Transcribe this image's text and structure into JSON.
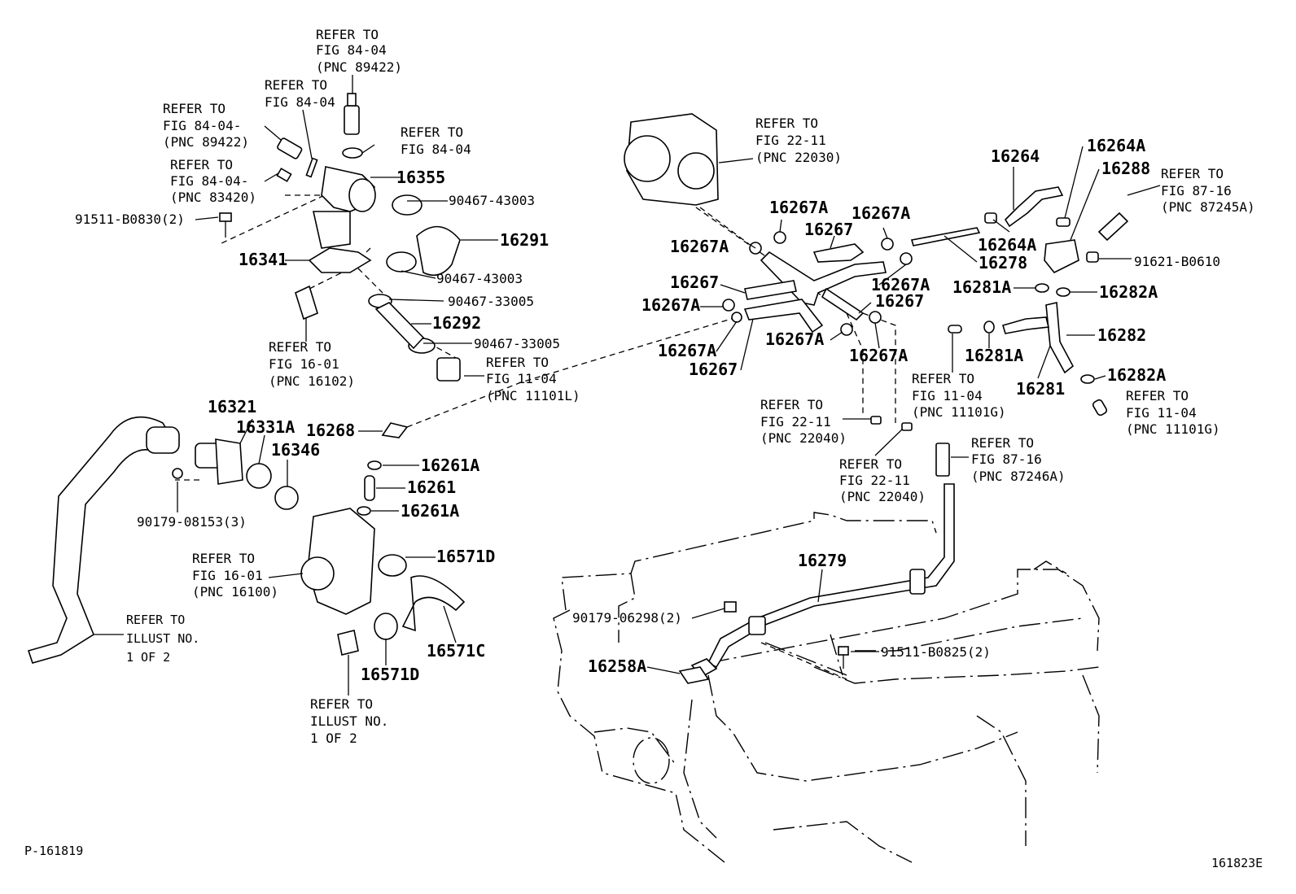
{
  "diagram": {
    "labels": {
      "ref_8404_a": [
        "REFER TO",
        "FIG 84-04",
        "(PNC 89422)"
      ],
      "ref_8404_b": [
        "REFER TO",
        "FIG 84-04"
      ],
      "ref_8404_c": [
        "REFER TO",
        "FIG 84-04-",
        "(PNC 89422)"
      ],
      "ref_8404_d": [
        "REFER TO",
        "FIG 84-04"
      ],
      "ref_8404_e": [
        "REFER TO",
        "FIG 84-04-",
        "(PNC 83420)"
      ],
      "p16355": "16355",
      "p90467_43003_a": "90467-43003",
      "p16291": "16291",
      "p91511_b0830": "91511-B0830(2)",
      "p16341": "16341",
      "p90467_43003_b": "90467-43003",
      "p90467_33005_a": "90467-33005",
      "p16292": "16292",
      "p90467_33005_b": "90467-33005",
      "ref_1601_a": [
        "REFER TO",
        "FIG 16-01",
        "(PNC 16102)"
      ],
      "ref_1104_a": [
        "REFER TO",
        "FIG 11-04",
        "(PNC 11101L)"
      ],
      "p16321": "16321",
      "p16331a": "16331A",
      "p16346": "16346",
      "p16268": "16268",
      "p16261a_a": "16261A",
      "p16261": "16261",
      "p16261a_b": "16261A",
      "p90179_08153": "90179-08153(3)",
      "ref_1601_b": [
        "REFER TO",
        "FIG 16-01",
        "(PNC 16100)"
      ],
      "p16571d_a": "16571D",
      "p16571c": "16571C",
      "p16571d_b": "16571D",
      "ref_illust_a": [
        "REFER TO",
        "ILLUST NO.",
        "1 OF 2"
      ],
      "ref_illust_b": [
        "REFER TO",
        "ILLUST NO.",
        "1 OF 2"
      ],
      "code_left": "P-161819",
      "ref_2211_a": [
        "REFER TO",
        "FIG 22-11",
        "(PNC 22030)"
      ],
      "p16267a_1": "16267A",
      "p16267a_2": "16267A",
      "p16267a_3": "16267A",
      "p16267_1": "16267",
      "p16267a_4": "16267A",
      "p16267_2": "16267",
      "p16267_3": "16267",
      "p16267a_5": "16267A",
      "p16267a_6": "16267A",
      "p16267a_7": "16267A",
      "p16267a_8": "16267A",
      "p16267_4": "16267",
      "p16264": "16264",
      "p16264a_a": "16264A",
      "p16288": "16288",
      "ref_8716_a": [
        "REFER TO",
        "FIG 87-16",
        "(PNC 87245A)"
      ],
      "p16264a_b": "16264A",
      "p16278": "16278",
      "p91621_b0610": "91621-B0610",
      "p16281a_a": "16281A",
      "p16282a_a": "16282A",
      "p16282": "16282",
      "p16281a_b": "16281A",
      "p16281": "16281",
      "p16282a_b": "16282A",
      "ref_1104_b": [
        "REFER TO",
        "FIG 11-04",
        "(PNC 11101G)"
      ],
      "ref_1104_c": [
        "REFER TO",
        "FIG 11-04",
        "(PNC 11101G)"
      ],
      "ref_2211_b": [
        "REFER TO",
        "FIG 22-11",
        "(PNC 22040)"
      ],
      "ref_2211_c": [
        "REFER TO",
        "FIG 22-11",
        "(PNC 22040)"
      ],
      "ref_8716_b": [
        "REFER TO",
        "FIG 87-16",
        "(PNC 87246A)"
      ],
      "p16279": "16279",
      "p90179_06298": "90179-06298(2)",
      "p91511_b0825": "91511-B0825(2)",
      "p16258a": "16258A",
      "code_right": "161823E"
    }
  }
}
